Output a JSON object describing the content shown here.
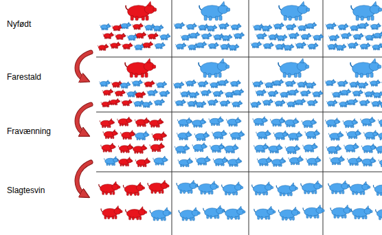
{
  "diagram": {
    "labels": [
      "Nyfødt",
      "Farestald",
      "Fravænning",
      "Slagtesvin"
    ]
  }
}
